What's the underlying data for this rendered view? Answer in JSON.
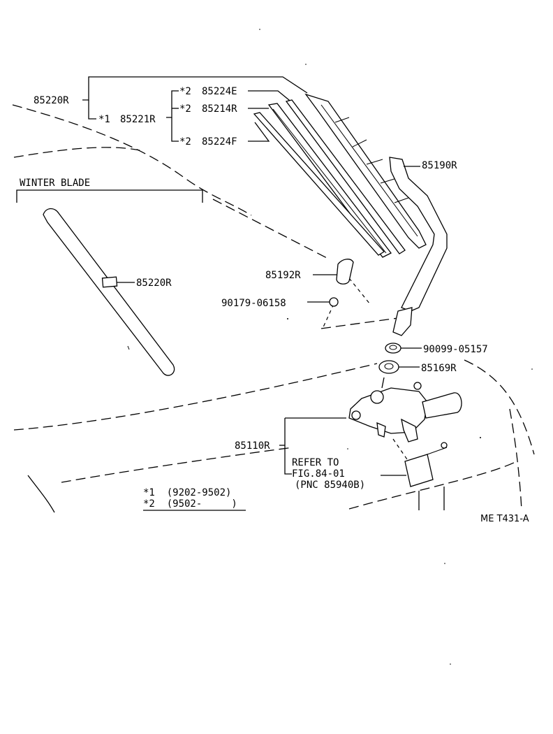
{
  "labels": {
    "blade_assy": "85220R",
    "blade_sub_note": "*1",
    "blade_sub": "85221R",
    "insert_e_note": "*2",
    "insert_e": "85224E",
    "rubber_note": "*2",
    "rubber": "85214R",
    "insert_f_note": "*2",
    "insert_f": "85224F",
    "arm": "85190R",
    "winter_title": "WINTER BLADE",
    "winter_blade": "85220R",
    "cap": "85192R",
    "nut": "90179-06158",
    "seal_nut": "90099-05157",
    "cushion": "85169R",
    "motor": "85110R",
    "refer_line1": "REFER TO",
    "refer_line2": "FIG.84-01",
    "refer_line3": "(PNC 85940B)",
    "note1": "*1  (9202-9502)",
    "note2": "*2  (9502-     )",
    "figure_code": "ME T431-A"
  }
}
